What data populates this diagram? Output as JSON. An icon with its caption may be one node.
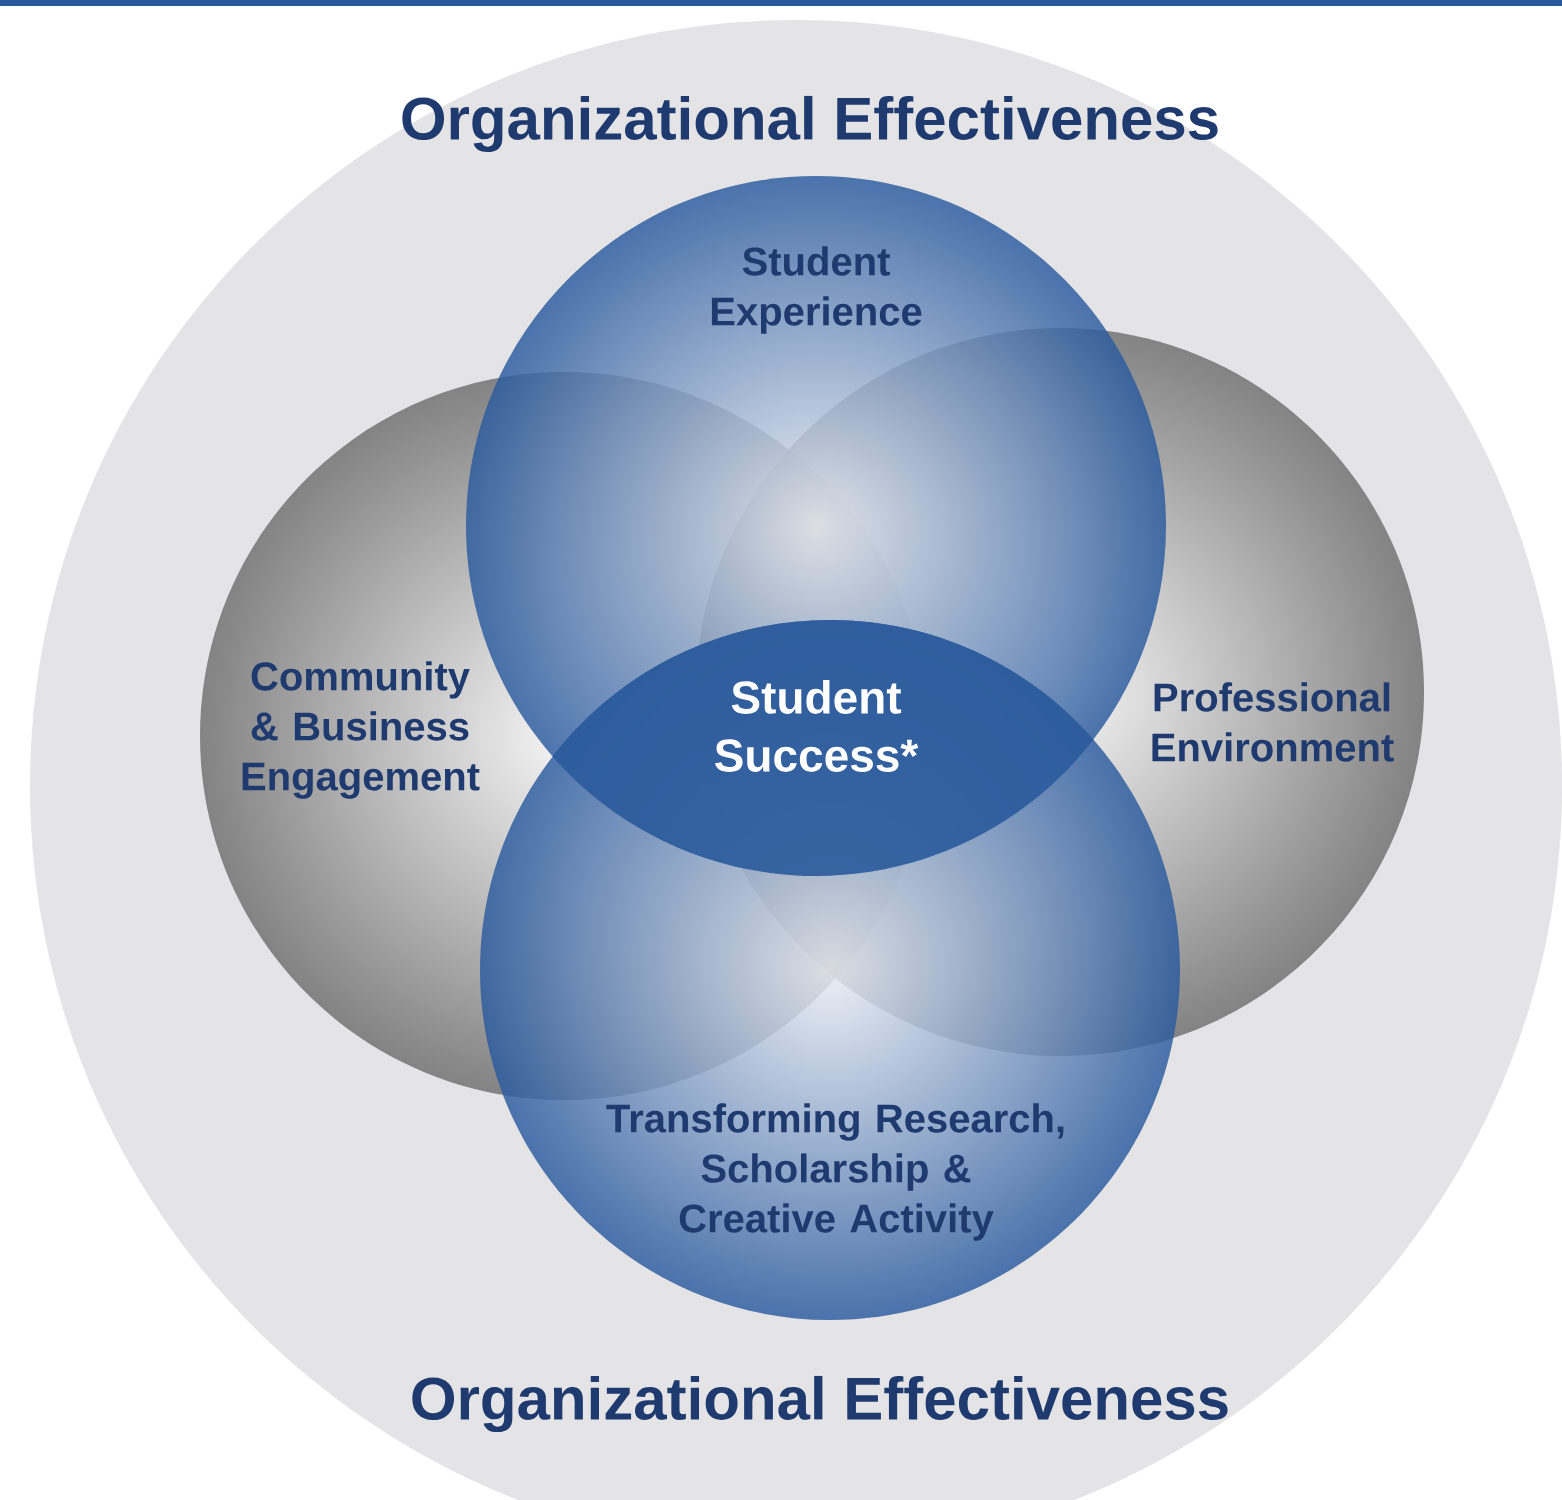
{
  "diagram": {
    "nodes": [
      {
        "text": [
          "Organizational Effectiveness",
          "Organizational Effectiveness"
        ]
      },
      {
        "text": [
          "Student Experience"
        ],
        "in": 0
      },
      {
        "text": [
          "Community & Business Engagement"
        ],
        "in": 0
      },
      {
        "text": [
          "Student Success*"
        ],
        "in": 0
      },
      {
        "text": [
          "Professional Environment"
        ],
        "in": 0
      },
      {
        "text": [
          "Transforming Research, Scholarship & Creative Activity"
        ],
        "in": 0
      }
    ]
  }
}
